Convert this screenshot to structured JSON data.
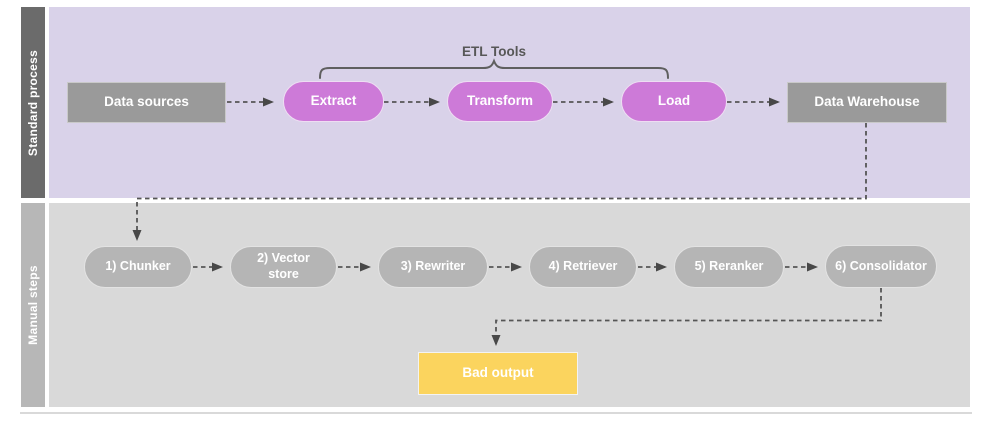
{
  "lanes": [
    {
      "label": "Standard process"
    },
    {
      "label": "Manual steps"
    }
  ],
  "group_label": "ETL Tools",
  "nodes": {
    "data_sources": "Data sources",
    "extract": "Extract",
    "transform": "Transform",
    "load": "Load",
    "data_warehouse": "Data Warehouse",
    "chunker": "1) Chunker",
    "vector_store": "2) Vector store",
    "rewriter": "3) Rewriter",
    "retriever": "4) Retriever",
    "reranker": "5) Reranker",
    "consolidator": "6) Consolidator",
    "bad_output": "Bad output"
  },
  "edges": [
    [
      "data_sources",
      "extract"
    ],
    [
      "extract",
      "transform"
    ],
    [
      "transform",
      "load"
    ],
    [
      "load",
      "data_warehouse"
    ],
    [
      "data_warehouse",
      "chunker"
    ],
    [
      "chunker",
      "vector_store"
    ],
    [
      "vector_store",
      "rewriter"
    ],
    [
      "rewriter",
      "retriever"
    ],
    [
      "retriever",
      "reranker"
    ],
    [
      "reranker",
      "consolidator"
    ],
    [
      "consolidator",
      "bad_output"
    ]
  ],
  "colors": {
    "lane_standard_label_bg": "#6b6b6b",
    "lane_standard_bg": "#d9d2e9",
    "lane_manual_label_bg": "#b7b7b7",
    "lane_manual_bg": "#d9d9d9",
    "etl_pill_bg": "#cd7ad8",
    "gray_box_bg": "#9a9a9a",
    "manual_pill_bg": "#b5b5b5",
    "bad_output_bg": "#fbd45e",
    "connector": "#555555",
    "node_text": "#ffffff",
    "group_label_text": "#575757"
  }
}
